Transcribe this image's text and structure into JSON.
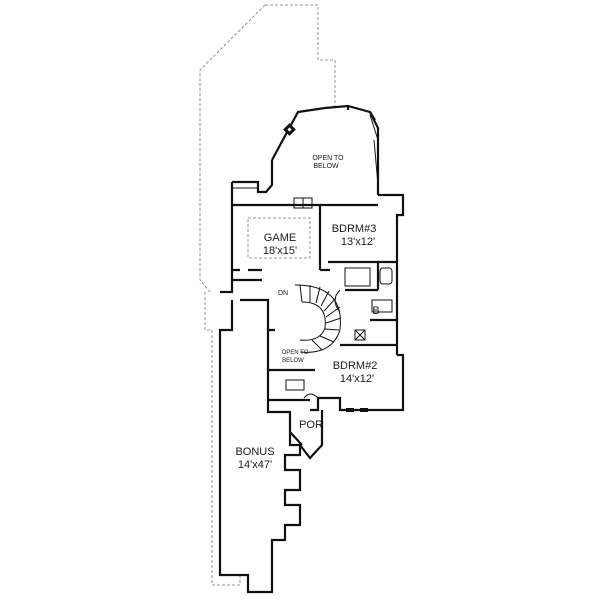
{
  "plan": {
    "labels": {
      "game_name": "GAME",
      "game_size": "18'x15'",
      "bdrm3_name": "BDRM#3",
      "bdrm3_size": "13'x12'",
      "bdrm2_name": "BDRM#2",
      "bdrm2_size": "14'x12'",
      "bonus_name": "BONUS",
      "bonus_size": "14'x47'",
      "open_below_top_1": "OPEN TO",
      "open_below_top_2": "BELOW",
      "open_below_mid_1": "OPEN TO",
      "open_below_mid_2": "BELOW",
      "stair_dn": "DN",
      "bath": "B",
      "porch": "POR"
    }
  }
}
